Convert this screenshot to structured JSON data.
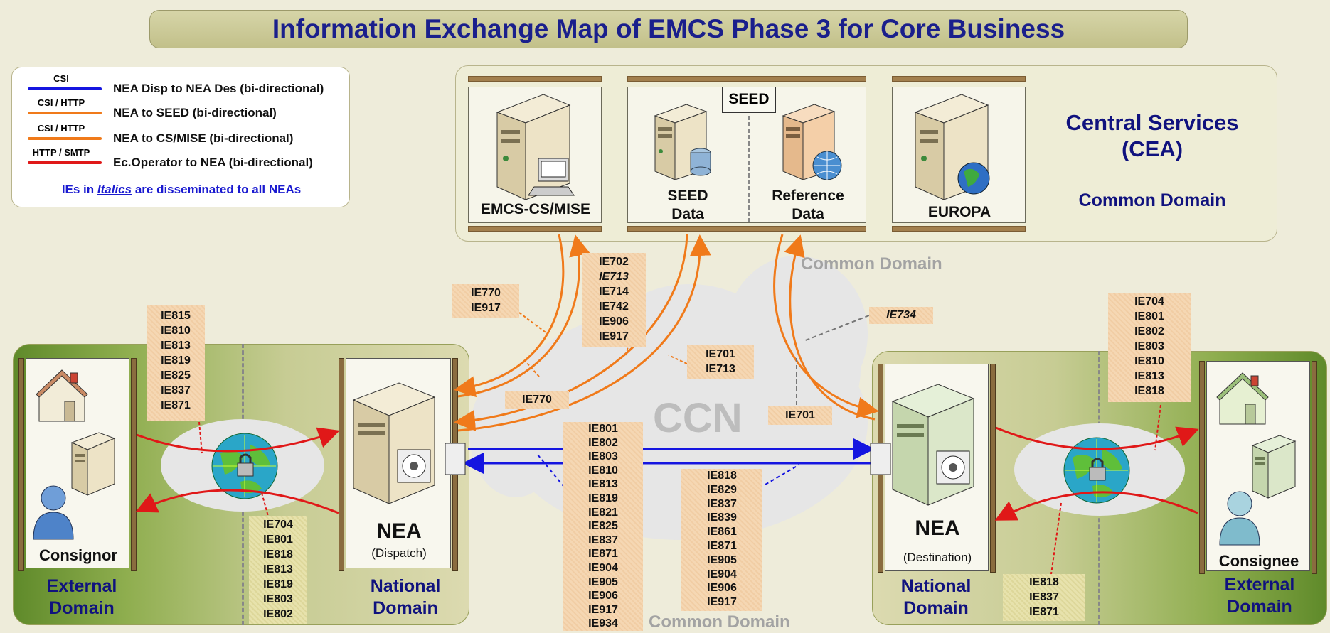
{
  "title": "Information Exchange Map of EMCS Phase 3 for Core Business",
  "legend": {
    "items": [
      {
        "tag": "CSI",
        "text": "NEA Disp to NEA Des (bi-directional)",
        "color": "#1515e0"
      },
      {
        "tag": "CSI / HTTP",
        "text": "NEA to SEED (bi-directional)",
        "color": "#f07a1a"
      },
      {
        "tag": "CSI / HTTP",
        "text": "NEA to CS/MISE (bi-directional)",
        "color": "#f07a1a"
      },
      {
        "tag": "HTTP / SMTP",
        "text": "Ec.Operator to NEA (bi-directional)",
        "color": "#e01818"
      }
    ],
    "note_pre": "IEs in ",
    "note_italic": "Italics",
    "note_post": " are disseminated to all NEAs"
  },
  "central": {
    "emcs_label": "EMCS-CS/MISE",
    "seed_title": "SEED",
    "seed_data": "SEED\nData",
    "reference_data": "Reference\nData",
    "europa": "EUROPA",
    "heading": "Central Services\n(CEA)",
    "common_domain": "Common Domain"
  },
  "ccn": {
    "label": "CCN",
    "common_domain_top": "Common Domain",
    "common_domain_bottom": "Common Domain"
  },
  "left": {
    "consignor": "Consignor",
    "nea": "NEA",
    "nea_sub": "(Dispatch)",
    "external": "External\nDomain",
    "national": "National\nDomain",
    "ie_up": [
      "IE815",
      "IE810",
      "IE813",
      "IE819",
      "IE825",
      "IE837",
      "IE871"
    ],
    "ie_down": [
      "IE704",
      "IE801",
      "IE818",
      "IE813",
      "IE819",
      "IE803",
      "IE802"
    ]
  },
  "right": {
    "consignee": "Consignee",
    "nea": "NEA",
    "nea_sub": "(Destination)",
    "external": "External\nDomain",
    "national": "National\nDomain",
    "ie_up": [
      "IE704",
      "IE801",
      "IE802",
      "IE803",
      "IE810",
      "IE813",
      "IE818"
    ],
    "ie_down": [
      "IE818",
      "IE837",
      "IE871"
    ]
  },
  "ie_groups": {
    "cs_mise": [
      "IE770",
      "IE917"
    ],
    "seed_list": [
      "IE702",
      "IE713",
      "IE714",
      "IE742",
      "IE906",
      "IE917"
    ],
    "seed_list_italic_index": 1,
    "ref": [
      "IE701",
      "IE713"
    ],
    "ie770": [
      "IE770"
    ],
    "ie734": [
      "IE734"
    ],
    "ie701": [
      "IE701"
    ],
    "disp_to_des": [
      "IE801",
      "IE802",
      "IE803",
      "IE810",
      "IE813",
      "IE819",
      "IE821",
      "IE825",
      "IE837",
      "IE871",
      "IE904",
      "IE905",
      "IE906",
      "IE917",
      "IE934"
    ],
    "des_to_disp": [
      "IE818",
      "IE829",
      "IE837",
      "IE839",
      "IE861",
      "IE871",
      "IE905",
      "IE904",
      "IE906",
      "IE917"
    ]
  }
}
